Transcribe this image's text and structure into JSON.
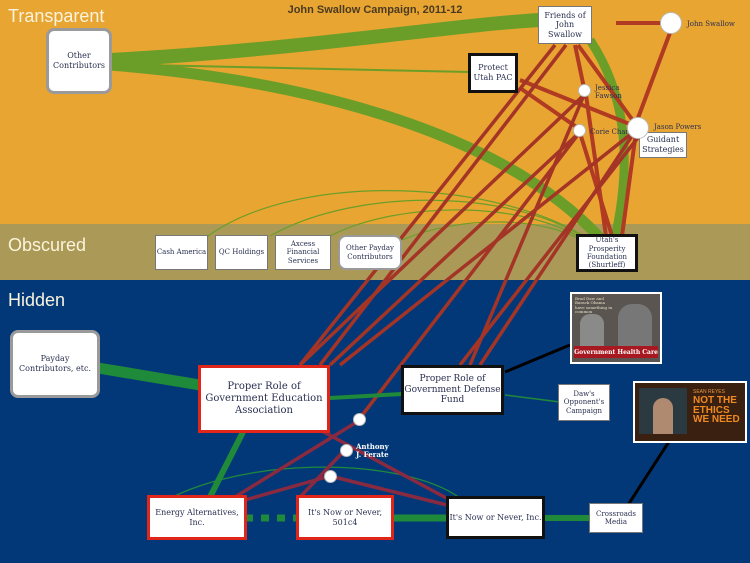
{
  "title": "John Swallow Campaign, 2011-12",
  "bands": {
    "transparent": "Transparent",
    "obscured": "Obscured",
    "hidden": "Hidden"
  },
  "colors": {
    "transparent_band": "#e8a532",
    "obscured_band": "#ab9a57",
    "hidden_band": "#033878",
    "money_flow": "#6b9e28",
    "money_flow_hidden": "#1f8a3a",
    "person_link": "#b03a22",
    "person_link_hidden": "#8a2a40",
    "ad_link": "#000000"
  },
  "nodes": {
    "other_contributors": "Other Contributors",
    "friends_of_john_swallow": "Friends of John Swallow",
    "protect_utah_pac": "Protect Utah PAC",
    "guidant_strategies": "Guidant Strategies",
    "cash_america": "Cash America",
    "qc_holdings": "QC Holdings",
    "axcess_financial": "Axcess Financial Services",
    "other_payday": "Other Payday Contributors",
    "utahs_prosperity": "Utah's Prosperity Foundation (Shurtleff)",
    "payday_contributors": "Payday Contributors, etc.",
    "prgea": "Proper Role of Government Education Association",
    "prgdf": "Proper Role of Government Defense Fund",
    "daws_opponent": "Daw's Opponent's Campaign",
    "energy_alternatives": "Energy Alternatives, Inc.",
    "now_or_never_501c4": "It's Now or Never, 501c4",
    "now_or_never_inc": "It's Now or Never, Inc.",
    "crossroads_media": "Crossroads Media"
  },
  "people": {
    "john_swallow": "John Swallow",
    "jessica_fawson": "Jessica Fawson",
    "corie_chan": "Corie Chan",
    "jason_powers": "Jason Powers",
    "anthony_ferate": "Anthony J. Ferate"
  },
  "ads": {
    "health_care": {
      "caption": "Government Health Care",
      "header": "Brad Daw and Barack Obama have something in common"
    },
    "ethics": {
      "header": "SEAN REYES",
      "caption": "NOT THE ETHICS WE NEED"
    }
  }
}
